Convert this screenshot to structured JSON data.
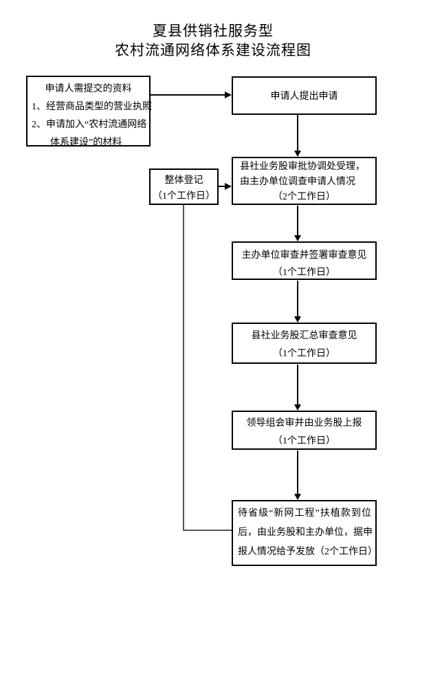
{
  "title": {
    "line1": "夏县供销社服务型",
    "line2": "农村流通网络体系建设流程图"
  },
  "nodes": {
    "materials": {
      "line1": "申请人需提交的资料",
      "line2": "1、经营商品类型的营业执照",
      "line3": "2、申请加入“农村流通网络",
      "line4": "体系建设”的材料"
    },
    "apply": {
      "line1": "申请人提出申请"
    },
    "register": {
      "line1": "整体登记",
      "line2": "（1个工作日）"
    },
    "accept": {
      "line1": "县社业务股审批协调处受理，",
      "line2": "由主办单位调查申请人情况",
      "line3": "（2个工作日）"
    },
    "host_review": {
      "line1": "主办单位审查并签署审查意见",
      "line2": "（1个工作日）"
    },
    "summarize": {
      "line1": "县社业务股汇总审查意见",
      "line2": "（1个工作日）"
    },
    "leader_review": {
      "line1": "领导组会审并由业务股上报",
      "line2": "（1个工作日）"
    },
    "grant": {
      "line1": "待省级“新网工程”扶植款到位",
      "line2": "后，由业务股和主办单位，据申",
      "line3": "报人情况给予发放（2个工作日）"
    }
  },
  "colors": {
    "ink": "#000000",
    "paper": "#ffffff",
    "connector_gray": "#555555"
  }
}
